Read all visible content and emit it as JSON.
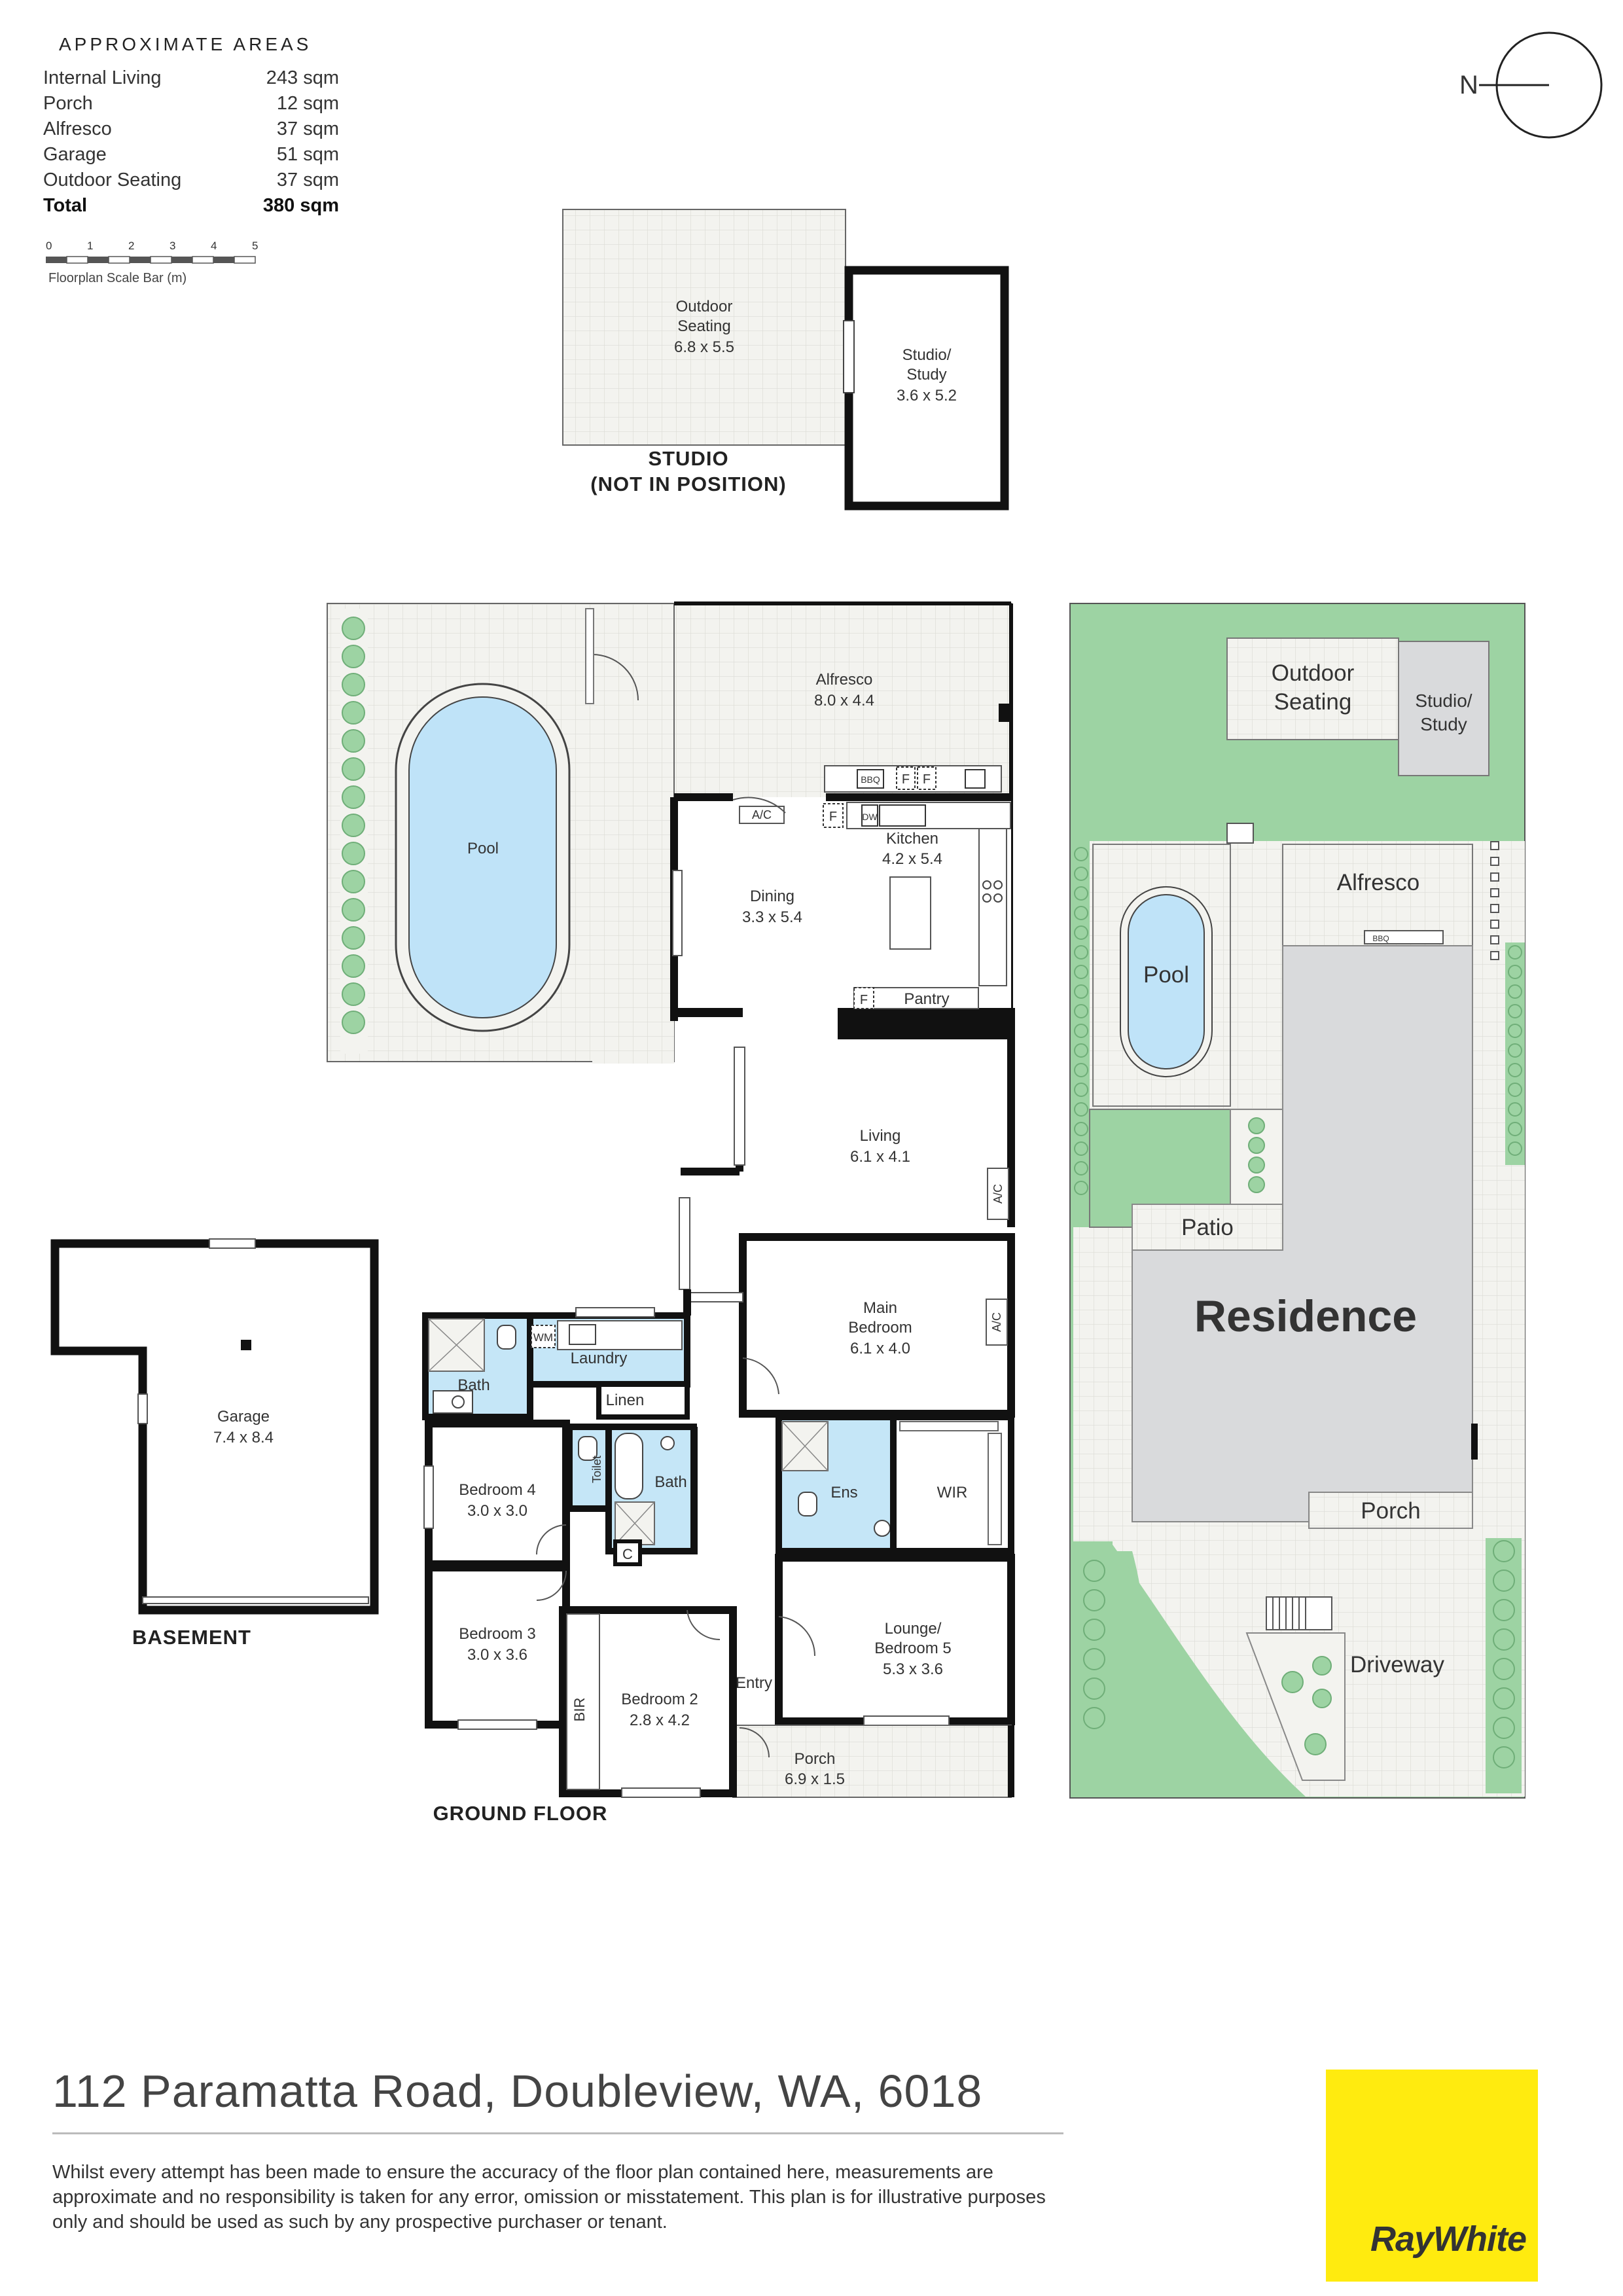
{
  "areas": {
    "title": "APPROXIMATE AREAS",
    "rows": [
      {
        "label": "Internal Living",
        "value": "243 sqm"
      },
      {
        "label": "Porch",
        "value": "12 sqm"
      },
      {
        "label": "Alfresco",
        "value": "37 sqm"
      },
      {
        "label": "Garage",
        "value": "51 sqm"
      },
      {
        "label": "Outdoor Seating",
        "value": "37 sqm"
      }
    ],
    "total": {
      "label": "Total",
      "value": "380 sqm"
    }
  },
  "scale_bar": {
    "ticks": [
      "0",
      "1",
      "2",
      "3",
      "4",
      "5"
    ],
    "caption": "Floorplan Scale Bar (m)"
  },
  "compass": {
    "label": "N"
  },
  "studio": {
    "outdoor_seating": {
      "name_1": "Outdoor",
      "name_2": "Seating",
      "dims": "6.8 x 5.5"
    },
    "study": {
      "name_1": "Studio/",
      "name_2": "Study",
      "dims": "3.6 x 5.2"
    },
    "title_1": "STUDIO",
    "title_2": "(NOT IN POSITION)"
  },
  "ground_floor": {
    "title": "GROUND FLOOR",
    "rooms": {
      "alfresco": {
        "name": "Alfresco",
        "dims": "8.0 x 4.4"
      },
      "pool": {
        "name": "Pool"
      },
      "dining": {
        "name": "Dining",
        "dims": "3.3 x 5.4"
      },
      "kitchen": {
        "name": "Kitchen",
        "dims": "4.2 x 5.4"
      },
      "pantry": {
        "name": "Pantry"
      },
      "living": {
        "name": "Living",
        "dims": "6.1 x 4.1"
      },
      "main_bedroom": {
        "name_1": "Main",
        "name_2": "Bedroom",
        "dims": "6.1 x 4.0"
      },
      "laundry": {
        "name": "Laundry"
      },
      "linen": {
        "name": "Linen"
      },
      "bath_1": {
        "name": "Bath"
      },
      "bath_2": {
        "name": "Bath"
      },
      "toilet": {
        "name": "Toilet"
      },
      "ens": {
        "name": "Ens"
      },
      "wir": {
        "name": "WIR"
      },
      "bedroom_4": {
        "name": "Bedroom 4",
        "dims": "3.0 x 3.0"
      },
      "bedroom_3": {
        "name": "Bedroom 3",
        "dims": "3.0 x 3.6"
      },
      "bedroom_2": {
        "name": "Bedroom 2",
        "dims": "2.8 x 4.2"
      },
      "bir": {
        "name": "BIR"
      },
      "entry": {
        "name": "Entry"
      },
      "lounge": {
        "name_1": "Lounge/",
        "name_2": "Bedroom 5",
        "dims": "5.3 x 3.6"
      },
      "porch": {
        "name": "Porch",
        "dims": "6.9 x 1.5"
      },
      "c": {
        "name": "C"
      }
    },
    "fixtures": {
      "bbq": "BBQ",
      "fridge": "F",
      "ac": "A/C",
      "dw": "DW",
      "wm": "WM"
    }
  },
  "basement": {
    "title": "BASEMENT",
    "garage": {
      "name": "Garage",
      "dims": "7.4 x 8.4"
    }
  },
  "site_plan": {
    "outdoor_seating_1": "Outdoor",
    "outdoor_seating_2": "Seating",
    "studio_1": "Studio/",
    "studio_2": "Study",
    "pool": "Pool",
    "alfresco": "Alfresco",
    "bbq": "BBQ",
    "patio": "Patio",
    "residence": "Residence",
    "porch": "Porch",
    "driveway": "Driveway"
  },
  "address": "112 Paramatta Road, Doubleview, WA, 6018",
  "disclaimer": "Whilst every attempt has been made to ensure the accuracy of the floor plan contained here, measurements are approximate and no responsibility is taken for any error, omission or misstatement. This plan is for illustrative purposes only and should be used as such by any prospective purchaser or tenant.",
  "logo": {
    "text": "RayWhite"
  },
  "colors": {
    "wall": "#111111",
    "tile": "#f2f2ee",
    "tile_line": "#dcdcd6",
    "pool": "#bfe3f8",
    "wet_area": "#c5e6f7",
    "lawn": "#9dd3a3",
    "residence": "#d9dadc",
    "studio_roof": "#d9dadc",
    "logo_bg": "#ffeb0f"
  }
}
